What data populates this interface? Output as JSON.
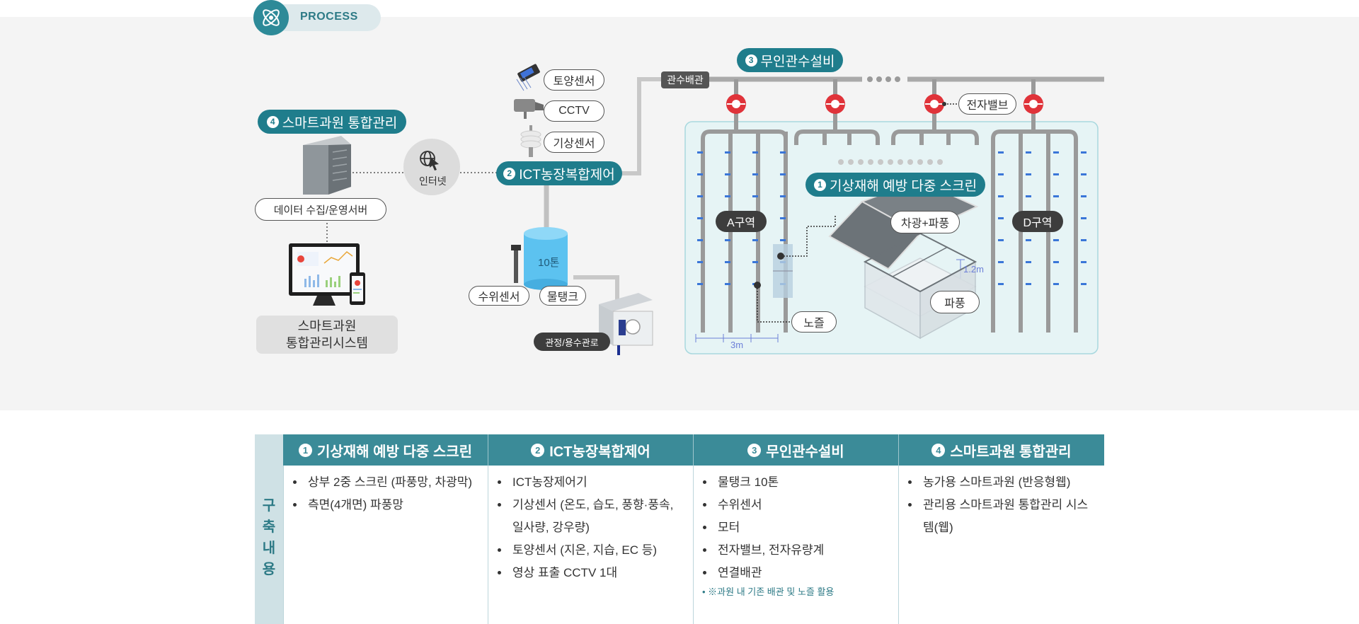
{
  "header": {
    "process_label": "PROCESS"
  },
  "diagram": {
    "smart_mgmt_title": "스마트과원 통합관리",
    "smart_mgmt_num": "4",
    "server_label": "데이터 수집/운영서버",
    "internet_label": "인터넷",
    "system_label": "스마트과원\n통합관리시스템",
    "sensors": {
      "soil": "토양센서",
      "cctv": "CCTV",
      "weather": "기상센서"
    },
    "ict_title": "ICT농장복합제어",
    "ict_num": "2",
    "pipe_label": "관수배관",
    "irrigation_title": "무인관수설비",
    "irrigation_num": "3",
    "valve_label": "전자밸브",
    "screen_title": "기상재해 예방 다중 스크린",
    "screen_num": "1",
    "zone_a": "A구역",
    "zone_d": "D구역",
    "shade_label": "차광+파풍",
    "height_label": "1.2m",
    "wind_label": "파풍",
    "nozzle_label": "노즐",
    "spacing_label": "3m",
    "tank_capacity": "10톤",
    "level_sensor": "수위센서",
    "water_tank": "물탱크",
    "well_label": "관정/용수관로"
  },
  "table": {
    "side_label": [
      "구",
      "축",
      "내",
      "용"
    ],
    "columns": [
      {
        "num": "1",
        "title": "기상재해 예방 다중 스크린",
        "items": [
          "상부 2중 스크린 (파풍망, 차광막)",
          "측면(4개면) 파풍망"
        ],
        "note": ""
      },
      {
        "num": "2",
        "title": "ICT농장복합제어",
        "items": [
          "ICT농장제어기",
          "기상센서 (온도, 습도, 풍향·풍속, 일사량, 강우량)",
          "토양센서 (지온, 지습, EC 등)",
          "영상 표출 CCTV 1대"
        ],
        "note": ""
      },
      {
        "num": "3",
        "title": "무인관수설비",
        "items": [
          "물탱크 10톤",
          "수위센서",
          "모터",
          "전자밸브, 전자유량계",
          "연결배관"
        ],
        "note": "※과원 내 기존 배관 및 노즐 활용"
      },
      {
        "num": "4",
        "title": "스마트과원 통합관리",
        "items": [
          "농가용 스마트과원 (반응형웹)",
          "관리용 스마트과원 통합관리 시스템(웹)"
        ],
        "note": ""
      }
    ]
  },
  "colors": {
    "teal": "#1f7d8c",
    "table_header": "#3b8b98",
    "valve_red": "#e0333a",
    "orchard_bg": "#e6f4f5"
  }
}
